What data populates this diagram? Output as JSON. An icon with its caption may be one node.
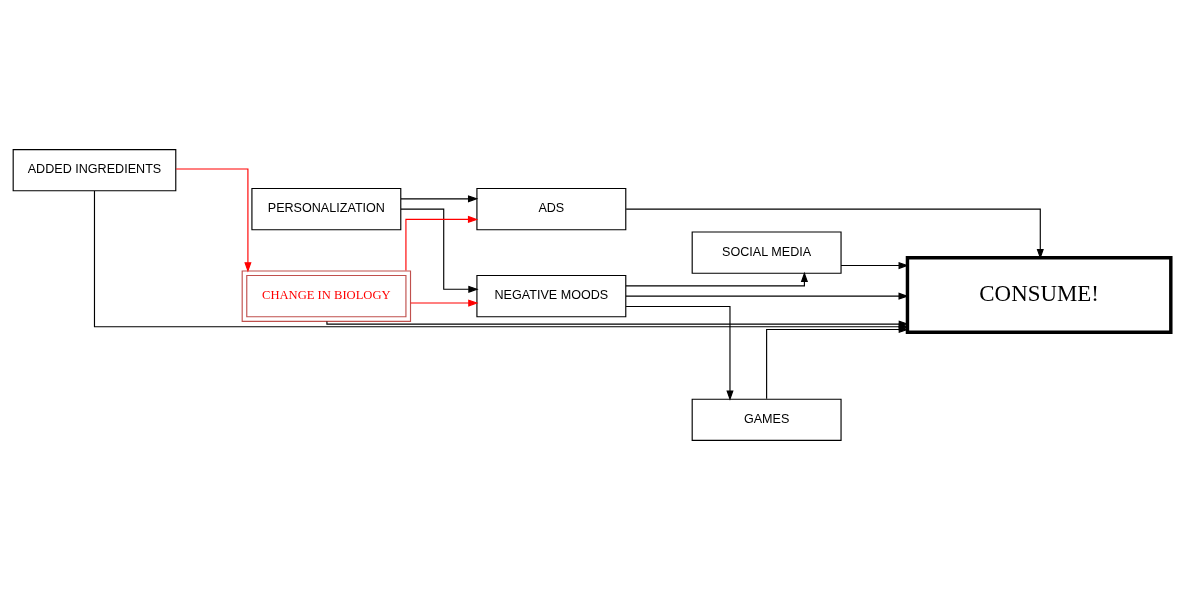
{
  "diagram": {
    "nodes": [
      {
        "text": [
          "ADS"
        ]
      },
      {
        "text": [
          "PERSONALIZATION"
        ]
      },
      {
        "text": [
          "GAMES"
        ]
      },
      {
        "text": [
          "CONSUME!"
        ]
      },
      {
        "text": [
          "CHANGE IN BIOLOGY"
        ]
      },
      {
        "text": [
          "SOCIAL MEDIA"
        ]
      },
      {
        "text": [
          "ADDED INGREDIENTS"
        ]
      },
      {
        "text": [
          "NEGATIVE MOODS"
        ]
      }
    ],
    "edges": [
      {
        "from": 1,
        "to": 0,
        "arrow": "to"
      },
      {
        "from": 1,
        "to": 7,
        "arrow": "to"
      },
      {
        "from": 0,
        "to": 3,
        "arrow": "to"
      },
      {
        "from": 2,
        "to": 3,
        "arrow": "to"
      },
      {
        "from": 4,
        "to": 3,
        "arrow": "to"
      },
      {
        "from": 5,
        "to": 3,
        "arrow": "to"
      },
      {
        "from": 7,
        "to": 3,
        "arrow": "to"
      },
      {
        "from": 6,
        "to": 3,
        "arrow": "to"
      },
      {
        "from": 7,
        "to": 2,
        "arrow": "to"
      },
      {
        "from": 7,
        "to": 5,
        "arrow": "to"
      },
      {
        "from": 6,
        "to": 4,
        "arrow": "to",
        "color": "#ff0000"
      },
      {
        "from": 4,
        "to": 0,
        "arrow": "to",
        "color": "#ff0000"
      },
      {
        "from": 4,
        "to": 7,
        "arrow": "to",
        "color": "#ff0000"
      }
    ]
  }
}
